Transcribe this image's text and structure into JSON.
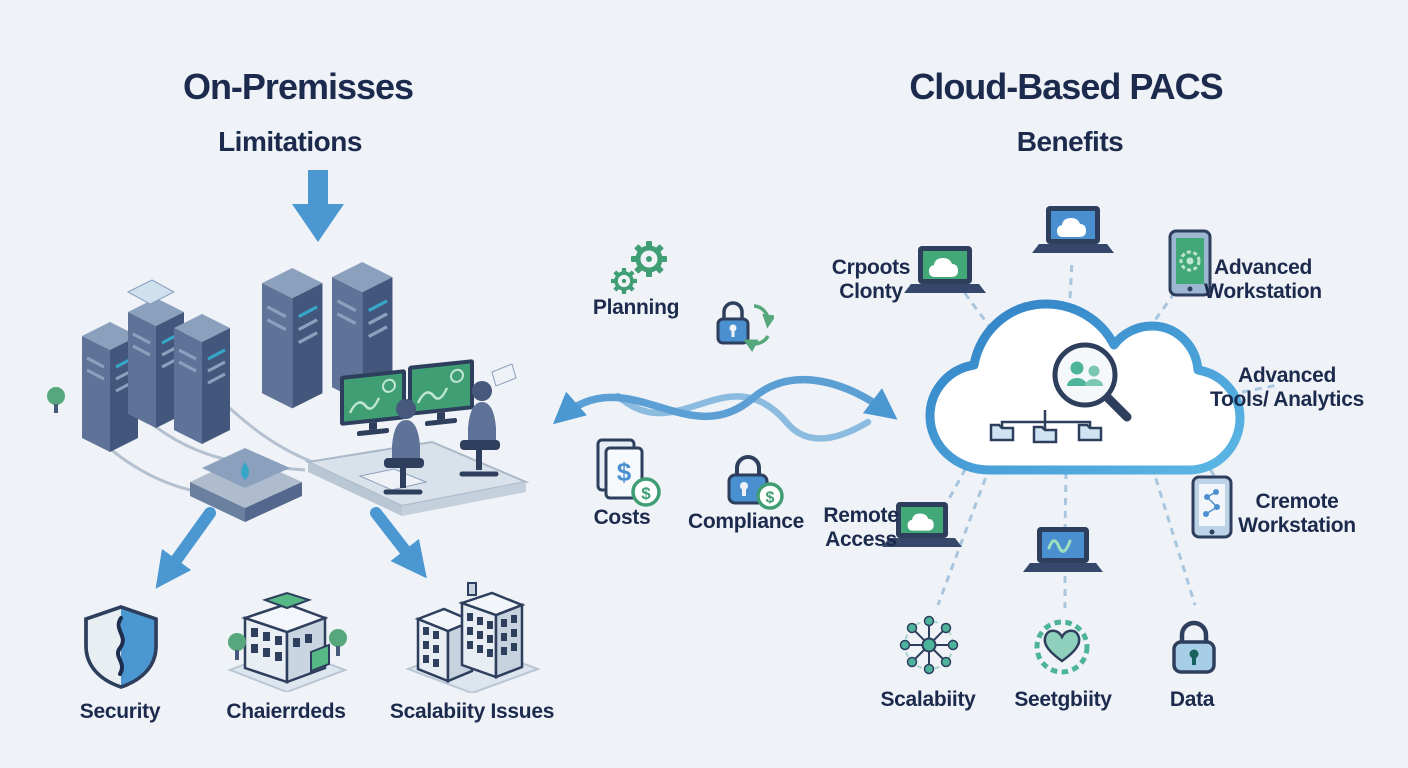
{
  "colors": {
    "background": "#eff2f7",
    "text": "#1c2b4d",
    "arrow_blue": "#4a97d2",
    "line_blue": "#5b9fd4",
    "dashed_blue": "#a9c6df",
    "screen_green": "#3f9e74",
    "accent_teal": "#4db39b",
    "cloud_stroke_start": "#2f7fc4",
    "cloud_stroke_end": "#5cb8e6",
    "server_face": "#5f7398",
    "server_side": "#43567b"
  },
  "left": {
    "title": "On-Premisses",
    "subtitle": "Limitations",
    "items": [
      {
        "label": "Security",
        "icon": "shield-icon"
      },
      {
        "label": "Chaierrdeds",
        "icon": "building-icon"
      },
      {
        "label": "Scalabiity Issues",
        "icon": "buildings-icon"
      }
    ]
  },
  "middle": {
    "planning": "Planning",
    "costs": "Costs",
    "compliance": "Compliance"
  },
  "right": {
    "title": "Cloud-Based PACS",
    "subtitle": "Benefits",
    "labels": {
      "corporate": "Crpoots Clonty",
      "advanced_workstation": "Advanced Workstation",
      "advanced_tools": "Advanced Tools/ Analytics",
      "remote_workstation": "Cremote Workstation",
      "remote_access": "Remote Access",
      "scalability": "Scalabiity",
      "security": "Seetgbiity",
      "data": "Data"
    }
  },
  "icons": [
    "down-arrow-icon",
    "servers-illustration",
    "diverging-arrows-icon",
    "shield-icon",
    "building-icon",
    "buildings-icon",
    "gears-icon",
    "lock-sync-icon",
    "tangled-lines-icon",
    "documents-dollar-icon",
    "lock-dollar-icon",
    "cloud-icon",
    "magnifier-people-icon",
    "folder-icon",
    "laptop-cloud-icon",
    "tablet-gear-icon",
    "tablet-molecule-icon",
    "laptop-wave-icon",
    "network-nodes-icon",
    "heart-circuit-icon",
    "lock-icon"
  ]
}
